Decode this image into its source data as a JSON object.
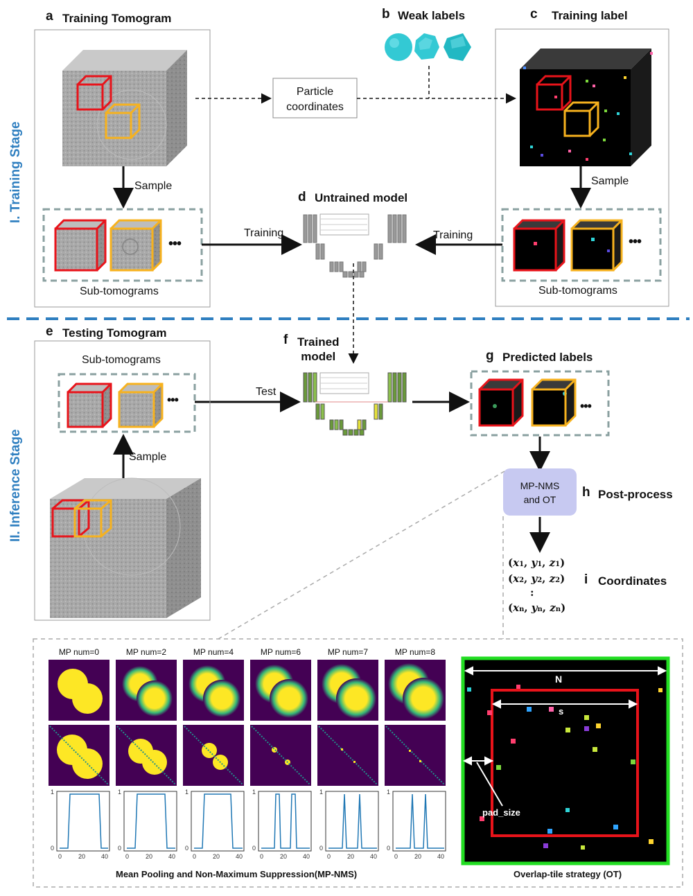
{
  "stages": {
    "training": "I. Training Stage",
    "inference": "II. Inference Stage"
  },
  "panels": {
    "a": {
      "letter": "a",
      "title": "Training Tomogram"
    },
    "b": {
      "letter": "b",
      "title": "Weak labels"
    },
    "c": {
      "letter": "c",
      "title": "Training label"
    },
    "d": {
      "letter": "d",
      "title": "Untrained model"
    },
    "e": {
      "letter": "e",
      "title": "Testing Tomogram"
    },
    "f": {
      "letter": "f",
      "title_line1": "Trained",
      "title_line2": "model"
    },
    "g": {
      "letter": "g",
      "title": "Predicted labels"
    },
    "h": {
      "letter": "h",
      "title": "Post-process"
    },
    "i": {
      "letter": "i",
      "title": "Coordinates"
    }
  },
  "labels": {
    "particle_coordinates_line1": "Particle",
    "particle_coordinates_line2": "coordinates",
    "sample": "Sample",
    "training": "Training",
    "test": "Test",
    "sub_tomograms": "Sub-tomograms",
    "ellipsis": "•••",
    "mpnms_line1": "MP-NMS",
    "mpnms_line2": "and OT"
  },
  "coordinates": {
    "row1": "(x1, y1, z1)",
    "row2": "(x2, y2, z2)",
    "dots": ":",
    "rown": "(xn, yn, zn)"
  },
  "bottom": {
    "mp_titles": [
      "MP num=0",
      "MP num=2",
      "MP num=4",
      "MP num=6",
      "MP num=7",
      "MP num=8"
    ],
    "y_ticks": [
      "1",
      "0"
    ],
    "x_ticks": [
      "0",
      "20",
      "40"
    ],
    "caption_left": "Mean Pooling and Non-Maximum Suppression(MP-NMS)",
    "caption_right": "Overlap-tile strategy (OT)",
    "ot_N": "N",
    "ot_s": "s",
    "ot_pad": "pad_size"
  },
  "colors": {
    "stage_blue": "#2f7fc0",
    "red_cube": "#e8131a",
    "orange_cube": "#f7b21e",
    "ot_green": "#22dd22",
    "viridis_dark": "#440154",
    "viridis_yellow": "#fde725",
    "postprocess_box": "#c7c9f1",
    "weak_label_cyan": "#33c9d4"
  }
}
